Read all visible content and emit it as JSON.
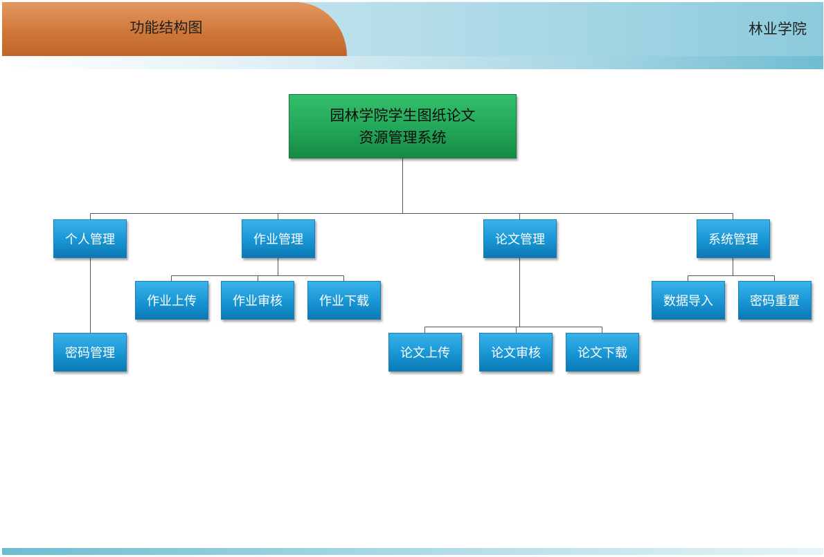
{
  "header": {
    "title": "功能结构图",
    "org": "林业学院"
  },
  "diagram": {
    "root": {
      "line1": "园林学院学生图纸论文",
      "line2": "资源管理系统"
    },
    "modules": {
      "personal": {
        "label": "个人管理",
        "children": [
          "密码管理"
        ]
      },
      "homework": {
        "label": "作业管理",
        "children": [
          "作业上传",
          "作业审核",
          "作业下载"
        ]
      },
      "thesis": {
        "label": "论文管理",
        "children": [
          "论文上传",
          "论文审核",
          "论文下载"
        ]
      },
      "system": {
        "label": "系统管理",
        "children": [
          "数据导入",
          "密码重置"
        ]
      }
    }
  }
}
